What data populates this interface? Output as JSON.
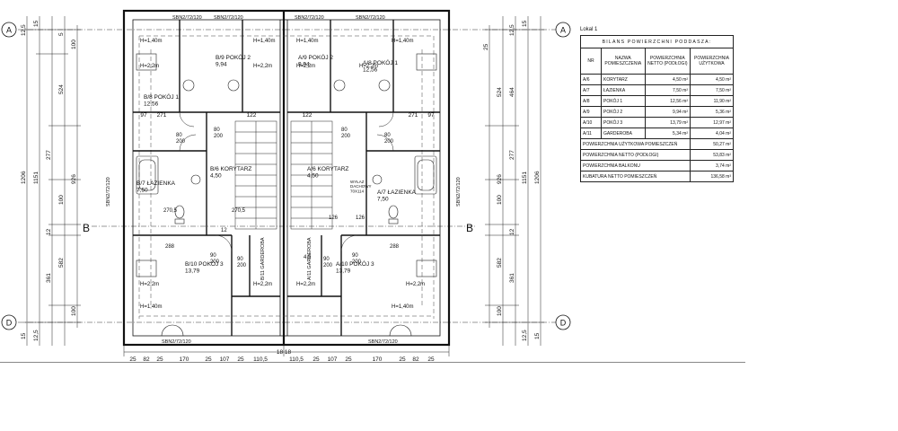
{
  "axes": {
    "left_a": "A",
    "left_d": "D",
    "right_a": "A",
    "right_d": "D",
    "section_b_left": "B",
    "section_b_right": "B"
  },
  "dims_left": [
    "12,5",
    "15",
    "5",
    "100",
    "524",
    "1206",
    "1151",
    "926",
    "277",
    "100",
    "12",
    "582",
    "361",
    "100",
    "12,5",
    "15"
  ],
  "dims_right": [
    "12,5",
    "15",
    "464",
    "524",
    "1206",
    "1151",
    "926",
    "277",
    "100",
    "12",
    "582",
    "361",
    "100",
    "12,5",
    "15",
    "25"
  ],
  "dims_bottom": [
    "25",
    "82",
    "25",
    "170",
    "25",
    "107",
    "25",
    "110,5",
    "110,5",
    "25",
    "107",
    "25",
    "170",
    "25",
    "82",
    "25"
  ],
  "dim_mid_bottom": "18 18",
  "dims_top_inner": [
    "97",
    "271",
    "122",
    "122",
    "271",
    "97"
  ],
  "windows_top": [
    "SBN2/72/120",
    "SBN2/72/120",
    "SBN2/72/120",
    "SBN2/72/120"
  ],
  "windows_bottom": [
    "SBN2/72/120",
    "SBN2/72/120"
  ],
  "windows_side": [
    "SBN2/72/120",
    "SBN2/72/120"
  ],
  "rooms": {
    "b8": "B/8 POKÓJ 1\n12,56",
    "b9": "B/9 POKÓJ 2\n9,94",
    "a9": "A/9 POKÓJ 2\n9,94",
    "a8": "A/8 POKÓJ 1\n12,56",
    "b6": "B/6 KORYTARZ\n4,50",
    "a6": "A/6 KORYTARZ\n4,50",
    "b7": "B/7 ŁAZIENKA\n7,50",
    "a7": "A/7 ŁAZIENKA\n7,50",
    "b10": "B/10 POKÓJ 3\n13,79",
    "a10": "A/10 POKÓJ 3\n13,79",
    "b11": "B/11 GARDEROBA",
    "a11": "A/11 GARDEROBA"
  },
  "heights": [
    "H=1,40m",
    "H=2,2m",
    "H=1,40m",
    "H=2,2m",
    "H=1,40m",
    "H=2,2m",
    "H=1,40m",
    "H=2,2m",
    "H=1,40m",
    "H=2,2m",
    "H=1,40m",
    "H=2,2m",
    "H=2,2m",
    "H=2,2m"
  ],
  "misc_labels": [
    "80\n200",
    "80\n200",
    "80\n200",
    "80\n200",
    "90\n200",
    "90\n200",
    "90\n200",
    "90\n200",
    "270,5",
    "270,5",
    "126",
    "126",
    "288",
    "288",
    "12",
    "WYŁAZ\nDACHOWY\n70X114",
    "4,5"
  ],
  "table": {
    "lokal": "Lokal 1",
    "title": "BILANS POWIERZCHNI PODDASZA:",
    "headers": [
      "NR",
      "NAZWA POMIESZCZENIA",
      "POWIERZCHNIA NETTO (PODŁOGI)",
      "POWIERZCHNIA UŻYTKOWA"
    ],
    "rows": [
      {
        "nr": "A/6",
        "name": "KORYTARZ",
        "netto": "4,50 m²",
        "uzytk": "4,50 m²"
      },
      {
        "nr": "A/7",
        "name": "ŁAZIENKA",
        "netto": "7,50 m²",
        "uzytk": "7,50 m²"
      },
      {
        "nr": "A/8",
        "name": "POKÓJ 1",
        "netto": "12,56 m²",
        "uzytk": "11,90 m²"
      },
      {
        "nr": "A/9",
        "name": "POKÓJ 2",
        "netto": "9,94 m²",
        "uzytk": "5,36 m²"
      },
      {
        "nr": "A/10",
        "name": "POKÓJ 3",
        "netto": "13,79 m²",
        "uzytk": "12,97 m²"
      },
      {
        "nr": "A/11",
        "name": "GARDEROBA",
        "netto": "5,34 m²",
        "uzytk": "4,04 m²"
      }
    ],
    "summary": [
      {
        "label": "POWIERZCHNIA UŻYTKOWA POMIESZCZEŃ",
        "value": "50,27 m²"
      },
      {
        "label": "POWIERZCHNIA NETTO (PODŁOGI)",
        "value": "53,83 m²"
      },
      {
        "label": "POWIERZCHNIA BALKONU",
        "value": "3,74 m²"
      },
      {
        "label": "KUBATURA NETTO POMIESZCZEŃ",
        "value": "136,58 m³"
      }
    ]
  }
}
